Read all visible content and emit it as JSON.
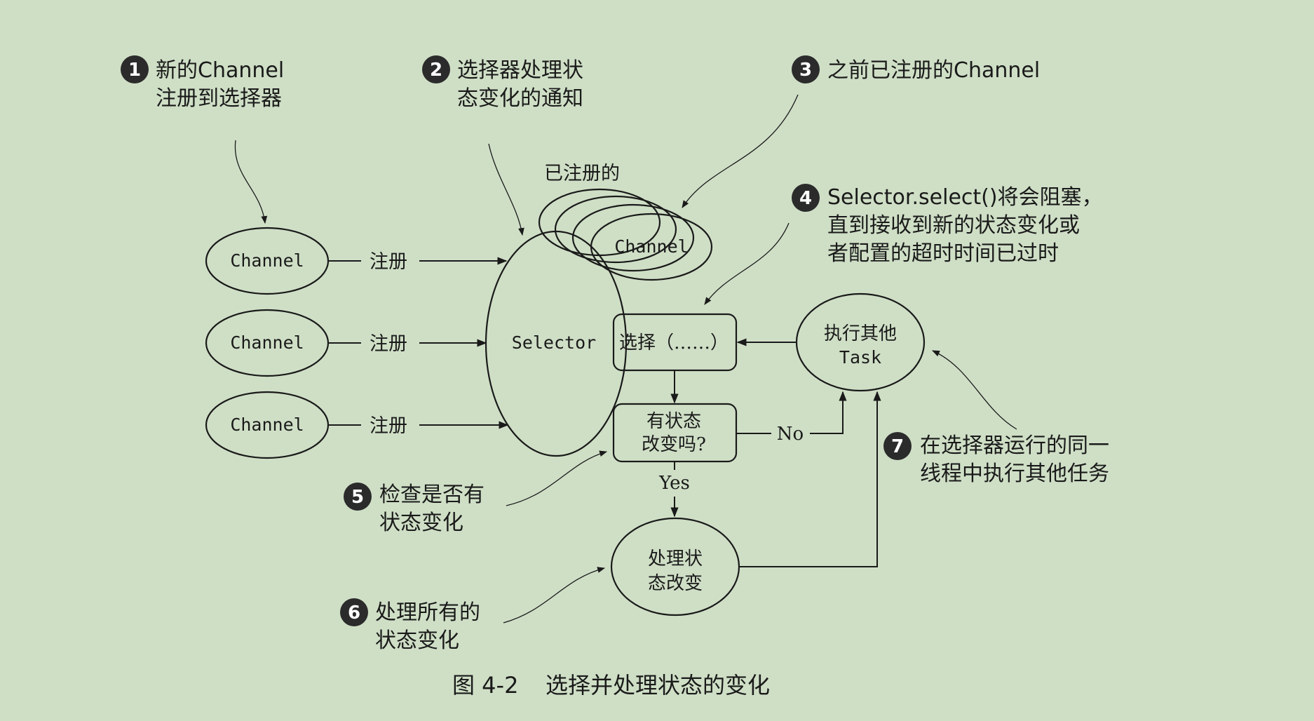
{
  "nodes": {
    "channel_1": "Channel",
    "channel_2": "Channel",
    "channel_3": "Channel",
    "registered_channel": "Channel",
    "registered_label": "已注册的",
    "selector": "Selector",
    "select_box": "选择（……）",
    "check_line1": "有状态",
    "check_line2": "改变吗?",
    "other_task_line1": "执行其他",
    "other_task_line2": "Task",
    "process_line1": "处理状",
    "process_line2": "态改变"
  },
  "edges": {
    "register_1": "注册",
    "register_2": "注册",
    "register_3": "注册",
    "no": "No",
    "yes": "Yes"
  },
  "callouts": [
    {
      "number": "1",
      "line1": "新的Channel",
      "line2": "注册到选择器"
    },
    {
      "number": "2",
      "line1": "选择器处理状",
      "line2": "态变化的通知"
    },
    {
      "number": "3",
      "line1": "之前已注册的Channel"
    },
    {
      "number": "4",
      "line1": "Selector.select()将会阻塞，",
      "line2": "直到接收到新的状态变化或",
      "line3": "者配置的超时时间已过时"
    },
    {
      "number": "5",
      "line1": "检查是否有",
      "line2": "状态变化"
    },
    {
      "number": "6",
      "line1": "处理所有的",
      "line2": "状态变化"
    },
    {
      "number": "7",
      "line1": "在选择器运行的同一",
      "line2": "线程中执行其他任务"
    }
  ],
  "caption": {
    "label": "图 4-2",
    "text": "选择并处理状态的变化"
  }
}
